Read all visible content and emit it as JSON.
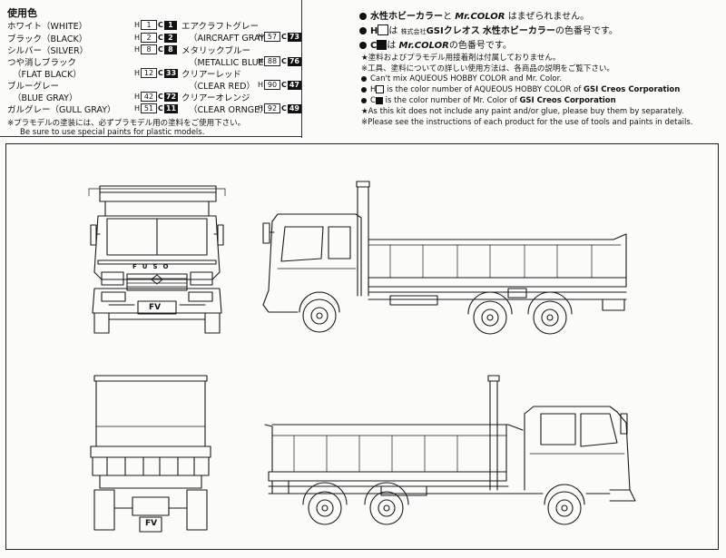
{
  "paints": {
    "title": "使用色",
    "left": [
      {
        "jp": "ホワイト（WHITE）",
        "h": "1",
        "c": "1"
      },
      {
        "jp": "ブラック（BLACK）",
        "h": "2",
        "c": "2"
      },
      {
        "jp": "シルバー（SILVER）",
        "h": "8",
        "c": "8"
      },
      {
        "jp": "つや消しブラック",
        "sub": "（FLAT BLACK）",
        "h": "12",
        "c": "33"
      },
      {
        "jp": "ブルーグレー",
        "sub": "（BLUE GRAY）",
        "h": "42",
        "c": "72"
      },
      {
        "jp": "ガルグレー（GULL GRAY）",
        "h": "51",
        "c": "11"
      }
    ],
    "right": [
      {
        "jp": "エアクラフトグレー",
        "sub": "（AIRCRAFT GRAY）",
        "h": "57",
        "c": "73"
      },
      {
        "jp": "メタリックブルー",
        "sub": "（METALLIC BLUE）",
        "h": "88",
        "c": "76"
      },
      {
        "jp": "クリアーレッド",
        "sub": "（CLEAR RED）",
        "h": "90",
        "c": "47"
      },
      {
        "jp": "クリアーオレンジ",
        "sub": "（CLEAR ORNGE）",
        "h": "92",
        "c": "49"
      }
    ],
    "h_prefix": "H",
    "c_prefix": "C",
    "footnote_jp": "※プラモデルの塗装には、必ずプラモデル用の塗料をご使用下さい。",
    "footnote_en": "Be sure to use special paints for plastic models."
  },
  "notes": {
    "line1_a": "水性ホビーカラー",
    "line1_b": "と",
    "line1_c": "Mr.COLOR",
    "line1_d": "はまぜられません。",
    "line2_a": "H",
    "line2_b": "は",
    "line2_c": "株式会社",
    "line2_d": "GSIクレオス",
    "line2_e": "水性ホビーカラー",
    "line2_f": "の色番号です。",
    "line3_a": "C",
    "line3_b": "は",
    "line3_c": "Mr.COLOR",
    "line3_d": "の色番号です。",
    "jp4": "★塗料およびプラモデル用接着剤は付属しておりません。",
    "jp5": "※工具、塗料についての詳しい使用方法は、各商品の説明をご覧下さい。",
    "en1": "Can't mix AQUEOUS HOBBY COLOR and Mr. Color.",
    "en2_a": "H",
    "en2_b": "is the color number of AQUEOUS HOBBY COLOR of",
    "en2_c": "GSI Creos Corporation",
    "en3_a": "C",
    "en3_b": "is the color number of Mr. Color of",
    "en3_c": "GSI Creos Corporation",
    "en4": "★As this kit does not include any paint and/or glue, please buy them by separately.",
    "en5": "※Please see the instructions of each product for the use of tools and paints in details."
  },
  "truck": {
    "brand_text": "FUSO",
    "badge_text": "FV"
  }
}
